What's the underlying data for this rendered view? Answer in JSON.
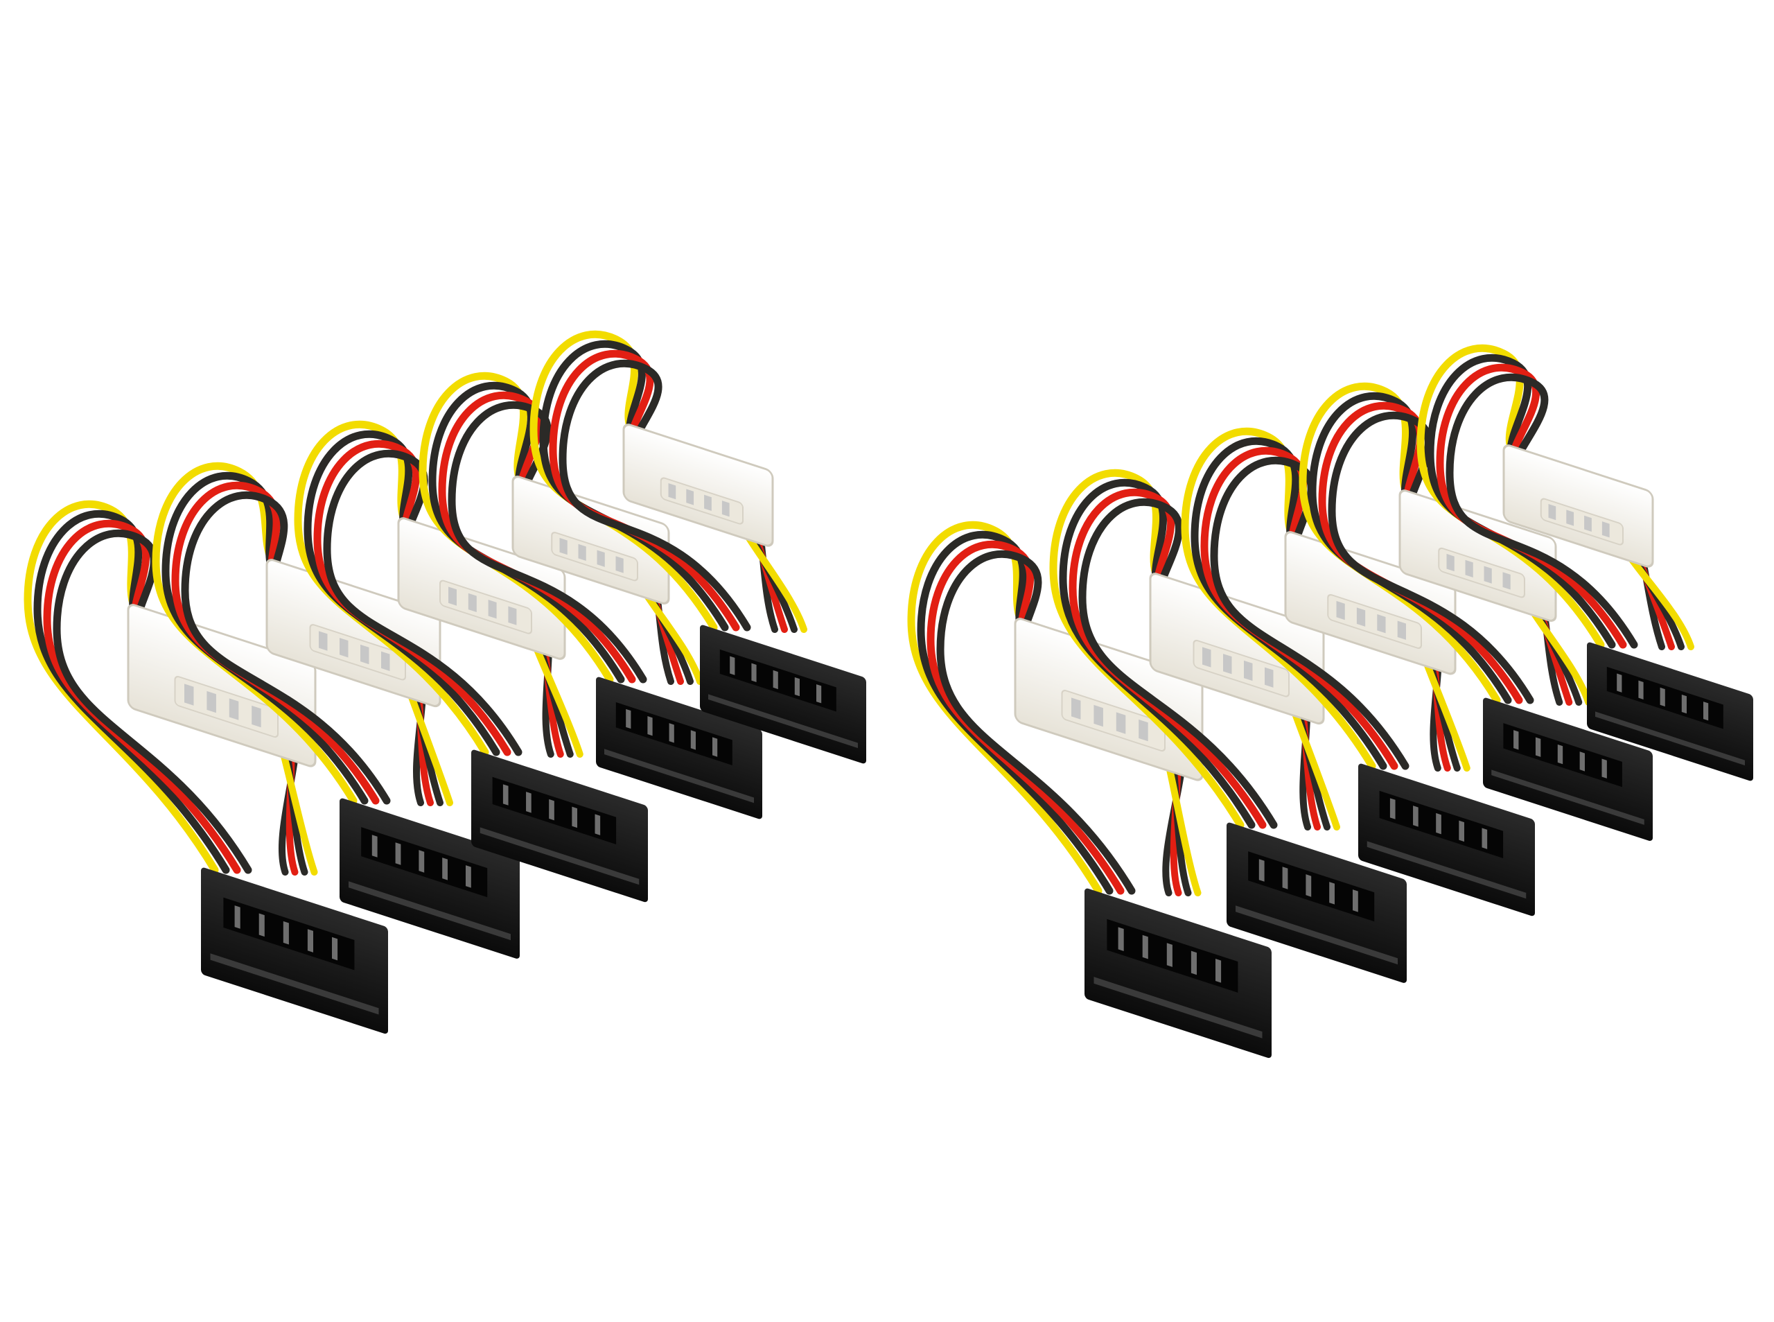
{
  "photo": {
    "background": "#ffffff",
    "wire_colors": [
      "#f2dc00",
      "#2b2a27",
      "#e21f13",
      "#2b2a27"
    ],
    "molex_color": "#f7f5ef",
    "sata_color": "#151515",
    "pin_color": "#c7c7c7",
    "groups": [
      {
        "name": "left-group",
        "cable_count": 5
      },
      {
        "name": "right-group",
        "cable_count": 5
      }
    ]
  }
}
